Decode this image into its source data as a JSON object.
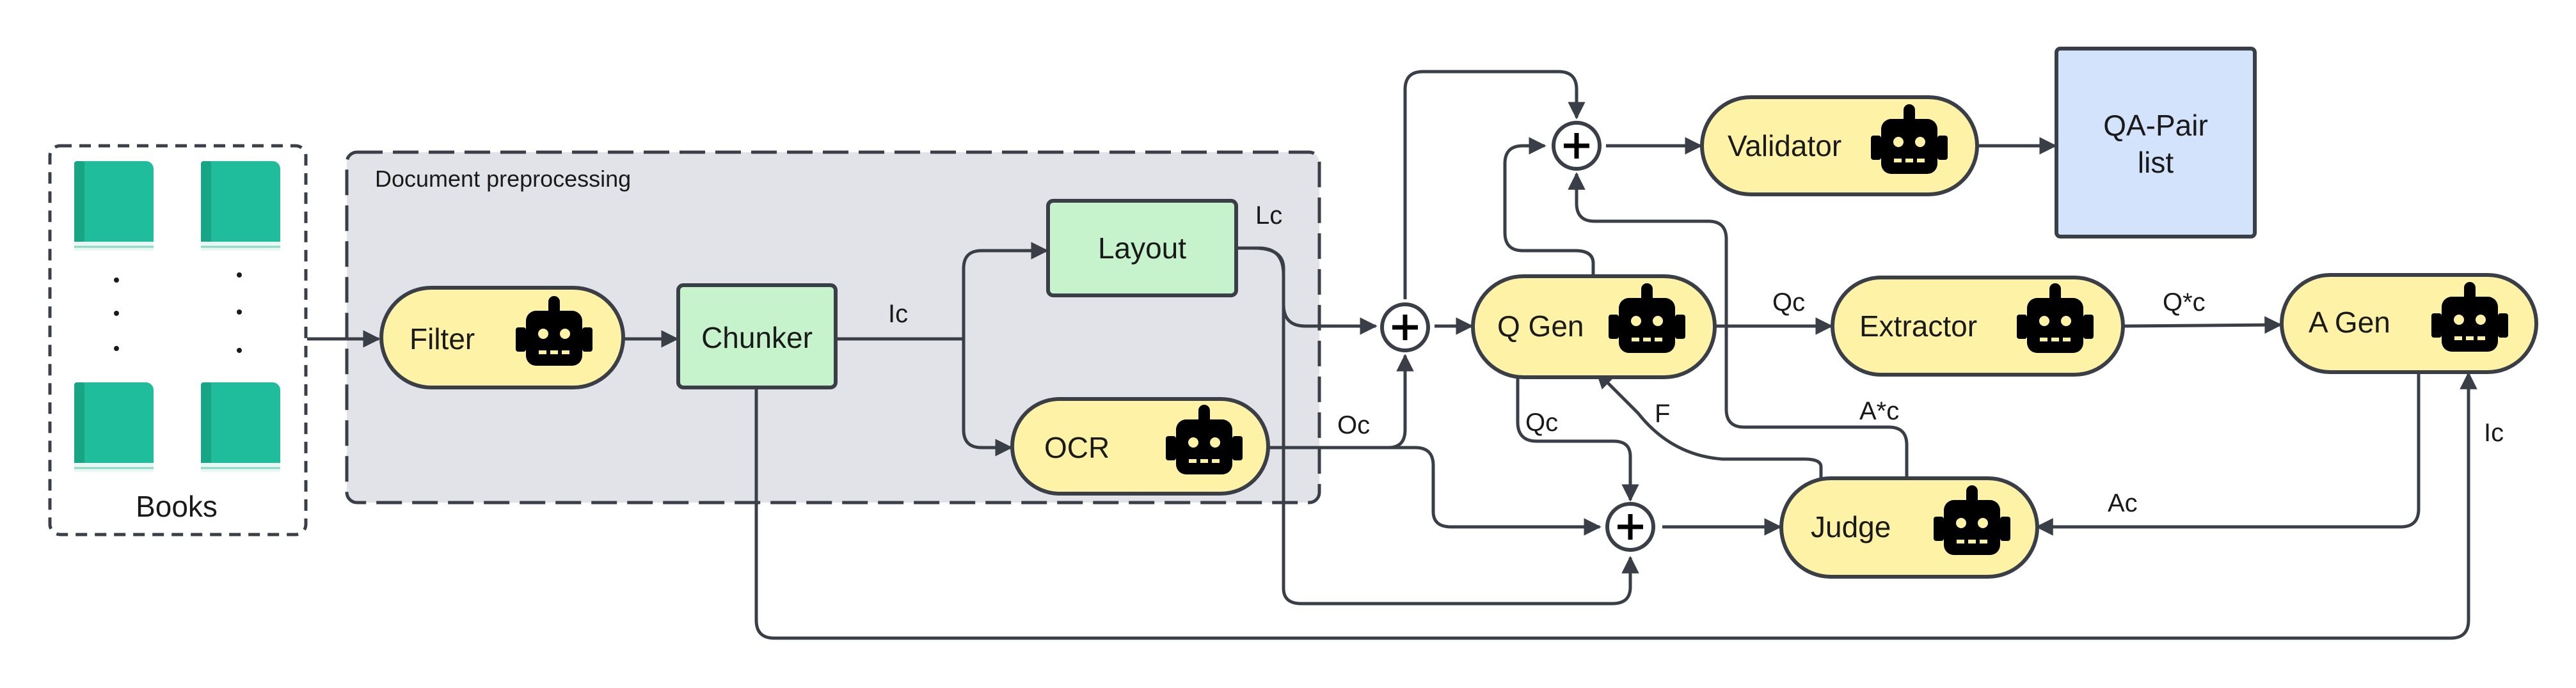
{
  "nodes": {
    "books_label": "Books",
    "preprocessing_label": "Document preprocessing",
    "filter": "Filter",
    "chunker": "Chunker",
    "layout": "Layout",
    "ocr": "OCR",
    "q_gen": "Q Gen",
    "validator": "Validator",
    "qa_pair_line1": "QA-Pair",
    "qa_pair_line2": "list",
    "extractor": "Extractor",
    "a_gen": "A Gen",
    "judge": "Judge"
  },
  "edges": {
    "ic_chunker": "Ic",
    "lc_layout": "Lc",
    "oc_ocr": "Oc",
    "qc_qgen_extractor": "Qc",
    "qstar_c": "Q*c",
    "qc_down": "Qc",
    "f_feedback": "F",
    "astar_c": "A*c",
    "ac_agen_judge": "Ac",
    "ic_right": "Ic"
  },
  "colors": {
    "llm_node": "#fdf2a5",
    "plain_node": "#c6f3cc",
    "output_node": "#d2e3fb",
    "group_bg": "#e1e3e8",
    "book": "#1fbd9c",
    "stroke": "#3a3f47"
  },
  "icons": {
    "robot": "robot-icon",
    "book": "book-icon",
    "sum": "plus-circle-icon"
  }
}
